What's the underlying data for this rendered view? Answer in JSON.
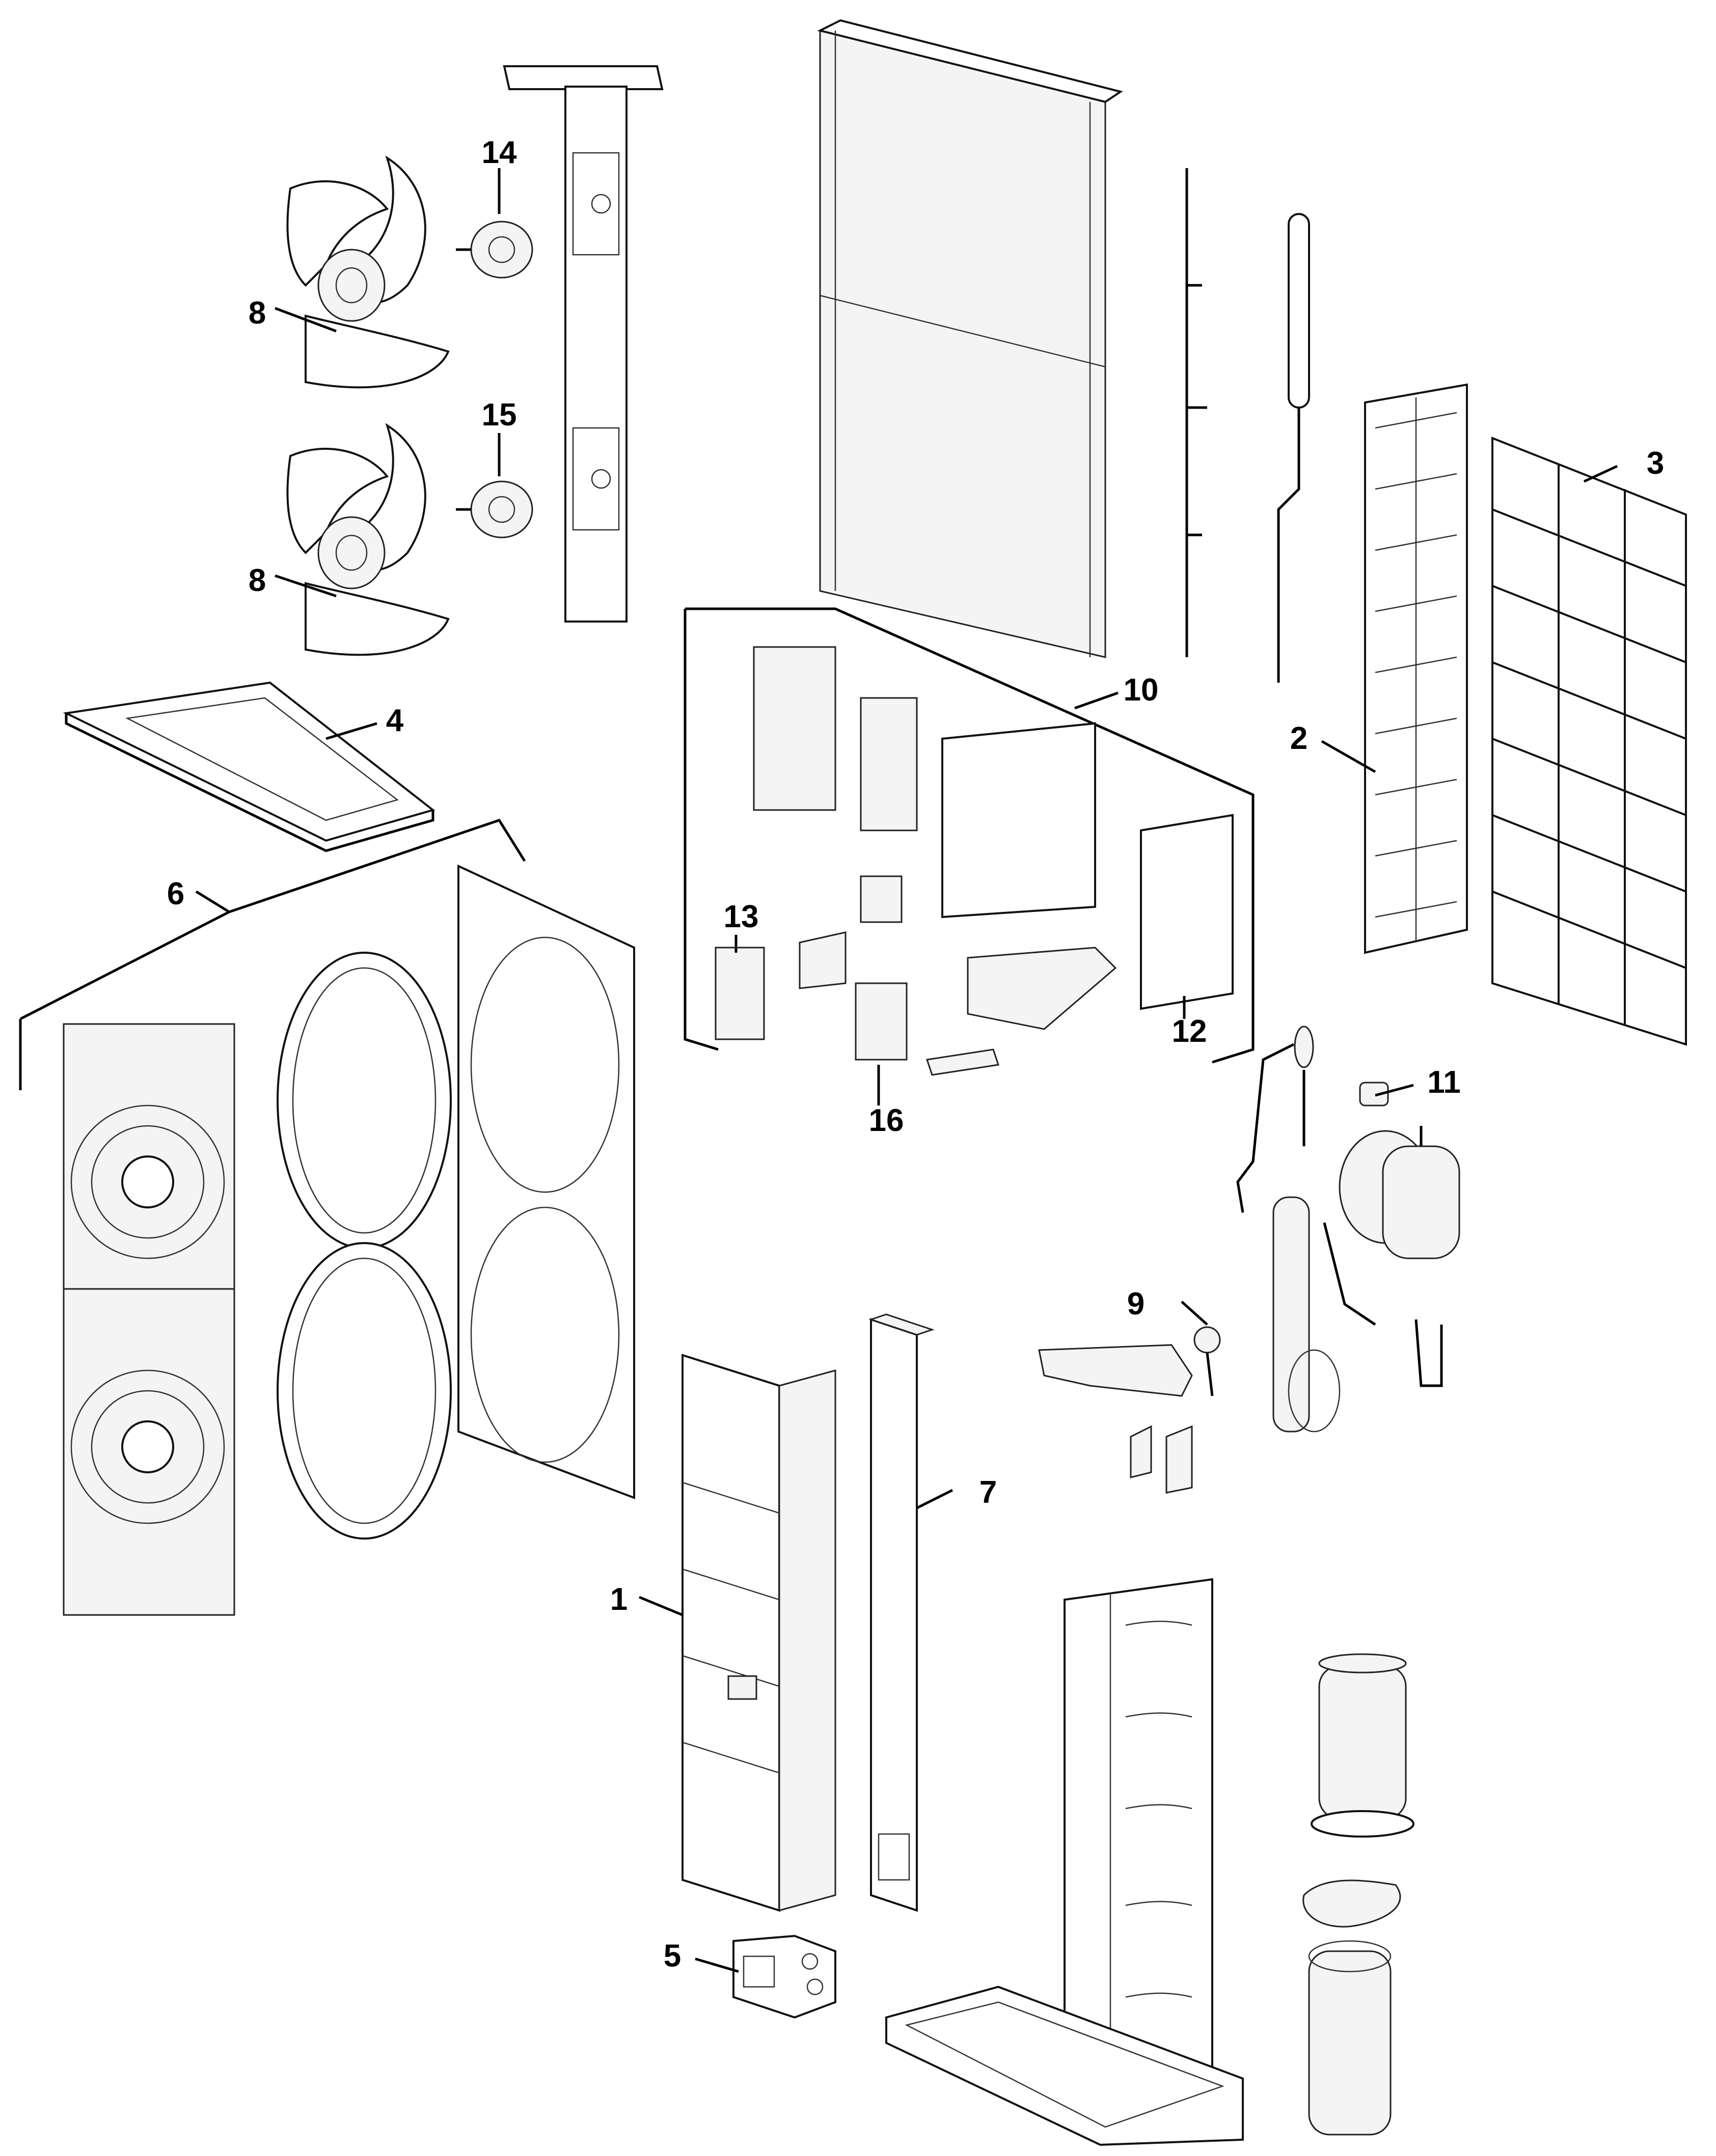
{
  "diagram": {
    "labels": {
      "p1": "1",
      "p2": "2",
      "p3": "3",
      "p4": "4",
      "p5": "5",
      "p6": "6",
      "p7": "7",
      "p8a": "8",
      "p8b": "8",
      "p9": "9",
      "p10": "10",
      "p11": "11",
      "p12": "12",
      "p13": "13",
      "p14": "14",
      "p15": "15",
      "p16": "16"
    }
  }
}
